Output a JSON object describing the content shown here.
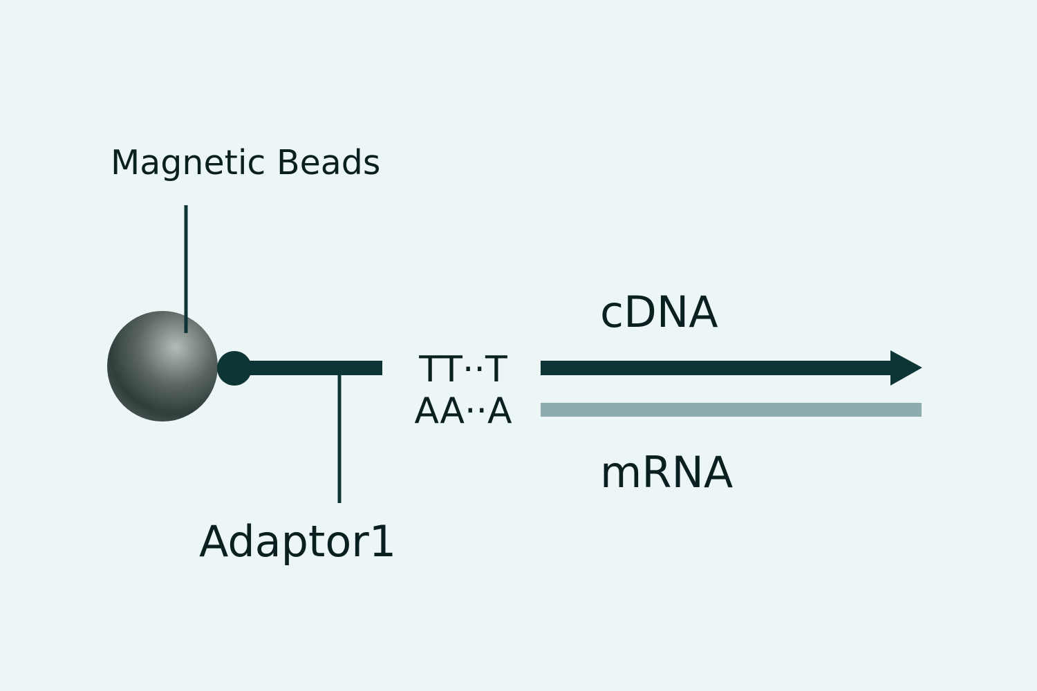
{
  "labels": {
    "magnetic_beads": "Magnetic Beads",
    "adaptor": "Adaptor1",
    "cdna": "cDNA",
    "mrna": "mRNA",
    "poly_t": "TT··T",
    "poly_a": "AA··A"
  },
  "colors": {
    "background": "#edf6f7",
    "dark_strand": "#0e3535",
    "light_strand": "#8eabae",
    "text": "#0a1f1f",
    "bead_light": "#a9b1ad",
    "bead_dark": "#2f3e3b"
  }
}
